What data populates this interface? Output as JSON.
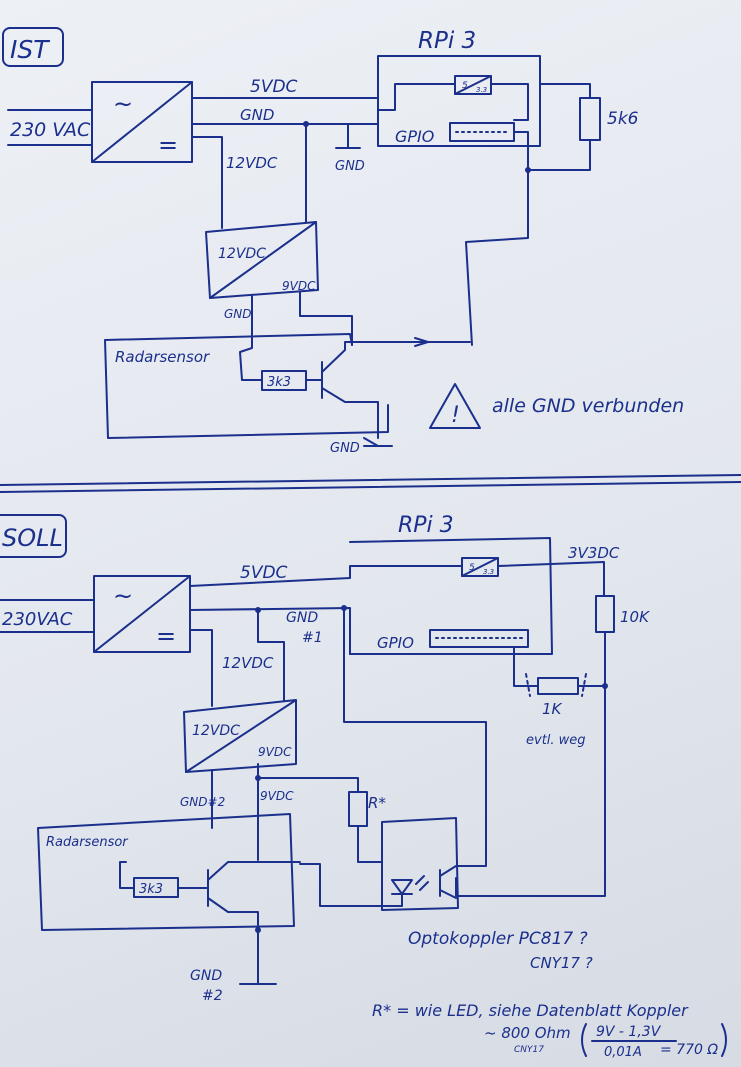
{
  "colors": {
    "ink": "#1b2f8c",
    "paper": "#e8ebf1"
  },
  "ist": {
    "title": "IST",
    "mains": "230 VAC",
    "ac_symbol": "~",
    "dc_symbol": "=",
    "v5": "5VDC",
    "gnd_top": "GND",
    "gnd_chassis": "GND",
    "v12": "12VDC",
    "conv_label": "12VDC",
    "v9": "9VDC",
    "gnd_sensor": "GND",
    "rpi": "RPi 3",
    "reg_a": "5",
    "reg_b": "3.3",
    "gpio": "GPIO",
    "pullup": "5k6",
    "sensor": "Radarsensor",
    "base_res": "3k3",
    "gnd_bottom": "GND",
    "warning_mark": "!",
    "warning": "alle GND verbunden"
  },
  "soll": {
    "title": "SOLL",
    "mains": "230VAC",
    "ac_symbol": "~",
    "dc_symbol": "=",
    "v5": "5VDC",
    "gnd1": "GND",
    "gnd1_num": "#1",
    "v12": "12VDC",
    "conv_label": "12VDC",
    "conv_out": "9VDC",
    "gnd2": "GND#2",
    "v9": "9VDC",
    "rpi": "RPi 3",
    "reg_a": "5",
    "reg_b": "3.3",
    "v33": "3V3DC",
    "gpio": "GPIO",
    "pullup": "10K",
    "series_res": "1K",
    "series_note": "evtl. weg",
    "rstar": "R*",
    "sensor": "Radarsensor",
    "base_res": "3k3",
    "gnd_bottom": "GND",
    "gnd_bottom_num": "#2",
    "optocoupler": "Optokoppler PC817 ?",
    "optocoupler_alt": "CNY17 ?",
    "note_line1": "R* = wie LED, siehe Datenblatt Koppler",
    "note_line2": "~ 800 Ohm",
    "note_sub": "CNY17",
    "note_num": "9V - 1,3V",
    "note_den": "0,01A",
    "note_result": "= 770 Ω"
  }
}
